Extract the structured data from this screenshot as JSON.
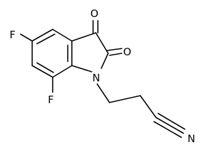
{
  "molecule": {
    "atoms": {
      "fluorine_top": "F",
      "fluorine_bottom": "F",
      "oxygen_ketone": "O",
      "oxygen_amide": "O",
      "nitrogen_ring": "N",
      "nitrogen_nitrile": "N"
    },
    "colors": {
      "bond": "#000000",
      "label": "#000000",
      "background": "#ffffff"
    }
  }
}
